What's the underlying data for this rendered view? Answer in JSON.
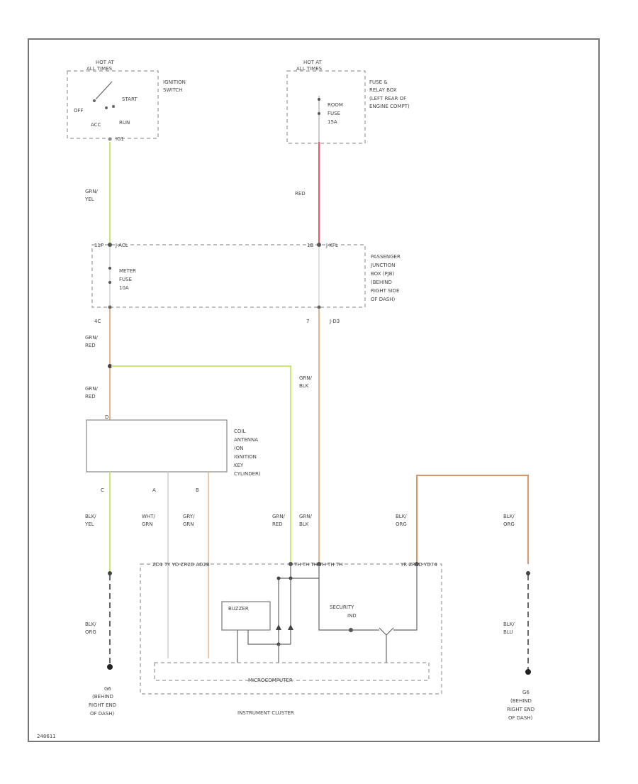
{
  "diagram": {
    "wire_colors": {
      "grn_yel": "#c8e87a",
      "red": "#f05a66",
      "grn_red": "#e8b590",
      "grn_blk": "#e8b590",
      "blk_org": "#d8956a",
      "gray": "#bdbdbd",
      "dark": "#555555"
    },
    "ignition": {
      "hot_at": "HOT AT",
      "all_times": "ALL TIMES",
      "name_l1": "IGNITION",
      "name_l2": "SWITCH",
      "off": "OFF",
      "start": "START",
      "acc": "ACC",
      "run": "RUN",
      "pin": "IG1"
    },
    "fuse_relay": {
      "hot_at": "HOT AT",
      "all_times": "ALL TIMES",
      "name_l1": "FUSE &",
      "name_l2": "RELAY BOX",
      "name_l3": "(LEFT REAR OF",
      "name_l4": "ENGINE COMPT)",
      "fuse_l1": "ROOM",
      "fuse_l2": "FUSE",
      "fuse_l3": "15A"
    },
    "wires": {
      "w1_l1": "GRN/",
      "w1_l2": "YEL",
      "w2": "RED",
      "w3_l1": "GRN/",
      "w3_l2": "RED",
      "w4_l1": "GRN/",
      "w4_l2": "RED",
      "w5_l1": "GRN/",
      "w5_l2": "BLK",
      "c1_l1": "BLK/",
      "c1_l2": "YEL",
      "c2_l1": "WHT/",
      "c2_l2": "GRN",
      "c3_l1": "GRY/",
      "c3_l2": "GRN",
      "c4_l1": "GRN/",
      "c4_l2": "RED",
      "c5_l1": "GRN/",
      "c5_l2": "BLK",
      "c6_l1": "BLK/",
      "c6_l2": "ORG",
      "c7_l1": "BLK/",
      "c7_l2": "ORG",
      "g1_l1": "BLK/",
      "g1_l2": "ORG",
      "g2_l1": "BLK/",
      "g2_l2": "BLU"
    },
    "junction": {
      "pin_l1": "11P",
      "pin_l2": "J-ACL",
      "pin_r1": "1B",
      "pin_r2": "J-KFL",
      "fuse_l1": "METER",
      "fuse_l2": "FUSE",
      "fuse_l3": "10A",
      "name_l1": "PASSENGER",
      "name_l2": "JUNCTION",
      "name_l3": "BOX (PJB)",
      "name_l4": "(BEHIND",
      "name_l5": "RIGHT SIDE",
      "name_l6": "OF DASH)",
      "out_l": "4C",
      "out_r1": "7",
      "out_r2": "J-D3"
    },
    "coil": {
      "name_l1": "COIL",
      "name_l2": "ANTENNA",
      "name_l3": "(ON",
      "name_l4": "IGNITION",
      "name_l5": "KEY",
      "name_l6": "CYLINDER)",
      "pin_top": "D",
      "pin_c": "C",
      "pin_a": "A",
      "pin_b": "B"
    },
    "cluster": {
      "pins1": "ZD1 TY   YD  ZR2D AD2B",
      "pins2": "TH  TH   TH  TH  TH  TH",
      "pins3": "YR   ZR2D YD74",
      "buzzer": "BUZZER",
      "sec_l1": "SECURITY",
      "sec_l2": "IND",
      "micro": "MICROCOMPUTER",
      "name": "INSTRUMENT CLUSTER"
    },
    "ground1": {
      "id": "G6",
      "l1": "(BEHIND",
      "l2": "RIGHT END",
      "l3": "OF DASH)"
    },
    "ground2": {
      "id": "G6",
      "l1": "(BEHIND",
      "l2": "RIGHT END",
      "l3": "OF DASH)"
    },
    "footer": "248611"
  }
}
